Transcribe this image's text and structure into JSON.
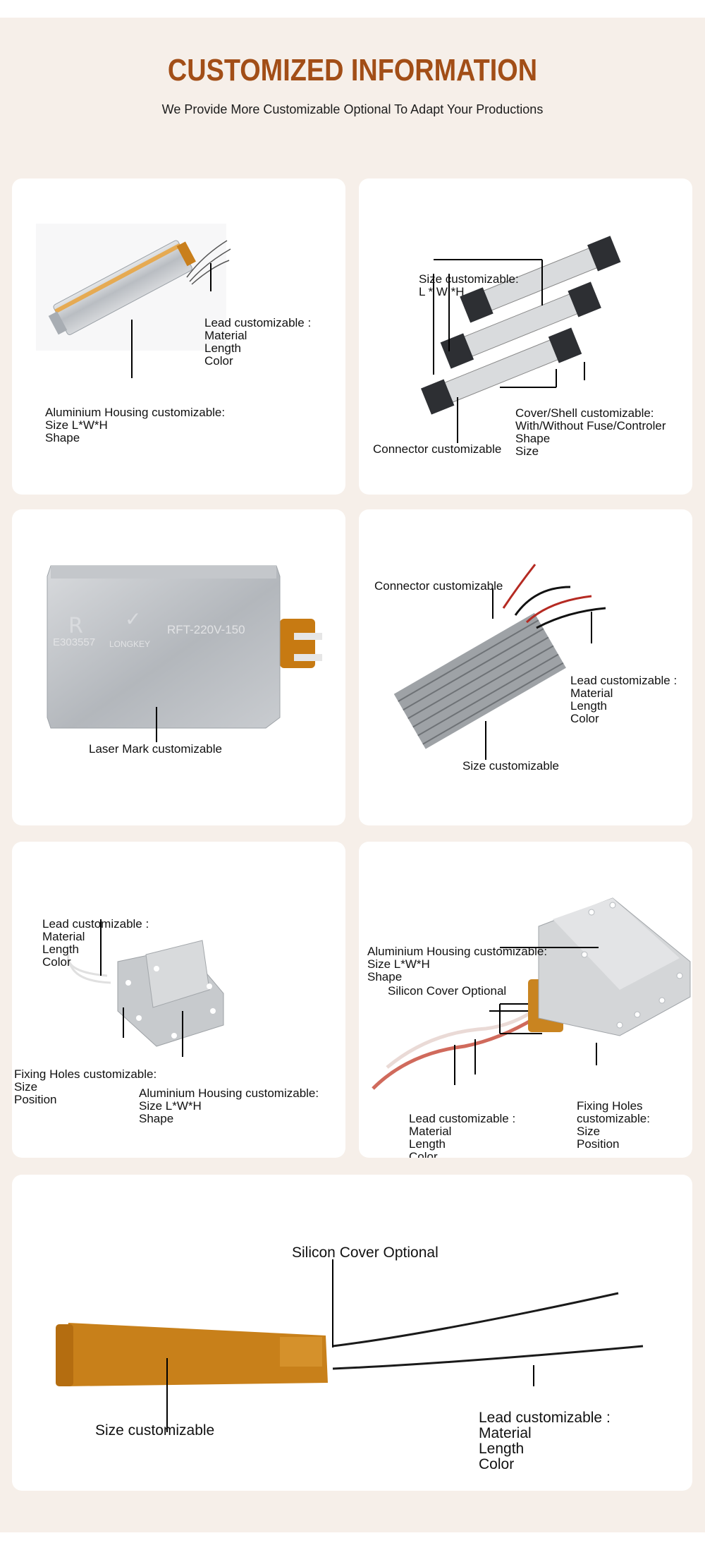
{
  "header": {
    "title": "CUSTOMIZED INFORMATION",
    "subtitle": "We Provide More Customizable Optional To Adapt Your Productions"
  },
  "cards": {
    "c1": {
      "lead": [
        "Lead customizable :",
        "Material",
        "Length",
        "Color"
      ],
      "housing": [
        "Aluminium Housing customizable:",
        "Size L*W*H",
        "Shape"
      ]
    },
    "c2": {
      "size": [
        "Size customizable:",
        "L * W *H"
      ],
      "cover": [
        "Cover/Shell customizable:",
        "With/Without Fuse/Controler",
        "Shape",
        "Size"
      ],
      "connector": "Connector customizable"
    },
    "c3": {
      "mark_text_1": "E303557",
      "mark_text_2": "LONGKEY",
      "mark_text_3": "RFT-220V-150",
      "laser": "Laser Mark customizable"
    },
    "c4": {
      "connector": "Connector customizable",
      "lead": [
        "Lead customizable :",
        "Material",
        "Length",
        "Color"
      ],
      "size": "Size customizable"
    },
    "c5": {
      "lead": [
        "Lead customizable :",
        "Material",
        "Length",
        "Color"
      ],
      "holes": [
        "Fixing Holes customizable:",
        "Size",
        "Position"
      ],
      "housing": [
        "Aluminium Housing customizable:",
        "Size L*W*H",
        "Shape"
      ]
    },
    "c6": {
      "housing": [
        "Aluminium Housing customizable:",
        "Size L*W*H",
        "Shape"
      ],
      "silicon": "Silicon Cover Optional",
      "lead": [
        "Lead customizable :",
        "Material",
        "Length",
        "Color"
      ],
      "holes": [
        "Fixing Holes",
        "customizable:",
        "Size",
        "Position"
      ]
    },
    "c7": {
      "silicon": "Silicon Cover Optional",
      "lead": [
        "Lead customizable :",
        "Material",
        "Length",
        "Color"
      ],
      "size": "Size customizable"
    }
  },
  "colors": {
    "title": "#a24e17",
    "background": "#f6efe9",
    "card": "#ffffff",
    "aluminium": "#c9ccd0",
    "kapton": "#c77a12"
  }
}
